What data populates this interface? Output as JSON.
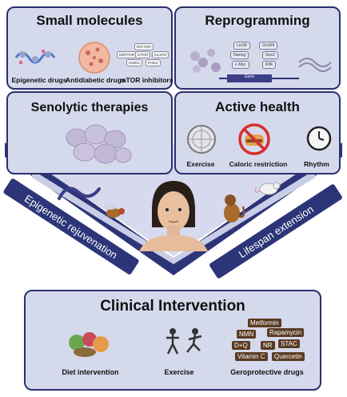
{
  "panels": {
    "small_molecules": {
      "title": "Small molecules",
      "items": [
        "Epigenetic drugs",
        "Antidiabetic drugs",
        "mTOR inhibitors"
      ],
      "mtor_labels": [
        "RICTOR",
        "DEPTOR",
        "mTOR",
        "mLST8",
        "mSIN1",
        "Protor"
      ]
    },
    "reprogramming": {
      "title": "Reprogramming",
      "factors": [
        "Lin28",
        "Oct3/4",
        "Nanog",
        "Sox2",
        "c-Myc",
        "Klf4"
      ],
      "gene_label": "Gene"
    },
    "senolytic": {
      "title": "Senolytic therapies"
    },
    "active_health": {
      "title": "Active health",
      "items": [
        "Exercise",
        "Caloric restriction",
        "Rhythm"
      ]
    },
    "clinical": {
      "title": "Clinical Intervention",
      "items": [
        "Diet intervention",
        "Exercise",
        "Geroprotective drugs"
      ],
      "drugs": [
        "Metformin",
        "NMN",
        "Rapamycin",
        "D+Q",
        "NR",
        "STAC",
        "Vitamin C",
        "Quercetin"
      ]
    }
  },
  "bands": {
    "left": "Epigenetic rejuvenation",
    "right": "Lifespan extension"
  },
  "colors": {
    "panel_fill": "#d5d9ec",
    "border": "#2c2f6e",
    "band": "#2c3577",
    "drug_box": "#5a3b22"
  }
}
